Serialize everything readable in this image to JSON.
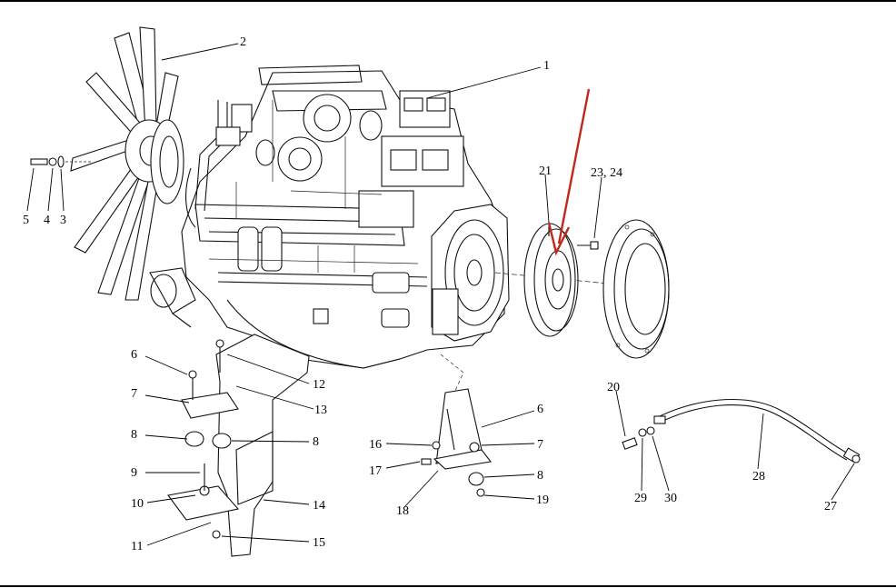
{
  "diagram": {
    "callouts": [
      {
        "id": "c1",
        "text": "1"
      },
      {
        "id": "c2",
        "text": "2"
      },
      {
        "id": "c3",
        "text": "3"
      },
      {
        "id": "c4",
        "text": "4"
      },
      {
        "id": "c5",
        "text": "5"
      },
      {
        "id": "c6a",
        "text": "6"
      },
      {
        "id": "c6b",
        "text": "6"
      },
      {
        "id": "c7a",
        "text": "7"
      },
      {
        "id": "c7b",
        "text": "7"
      },
      {
        "id": "c8a",
        "text": "8"
      },
      {
        "id": "c8b",
        "text": "8"
      },
      {
        "id": "c8c",
        "text": "8"
      },
      {
        "id": "c9",
        "text": "9"
      },
      {
        "id": "c10",
        "text": "10"
      },
      {
        "id": "c11",
        "text": "11"
      },
      {
        "id": "c12",
        "text": "12"
      },
      {
        "id": "c13",
        "text": "13"
      },
      {
        "id": "c14",
        "text": "14"
      },
      {
        "id": "c15",
        "text": "15"
      },
      {
        "id": "c16",
        "text": "16"
      },
      {
        "id": "c17",
        "text": "17"
      },
      {
        "id": "c18",
        "text": "18"
      },
      {
        "id": "c19",
        "text": "19"
      },
      {
        "id": "c20",
        "text": "20"
      },
      {
        "id": "c21",
        "text": "21"
      },
      {
        "id": "c2324",
        "text": "23, 24"
      },
      {
        "id": "c27",
        "text": "27"
      },
      {
        "id": "c28",
        "text": "28"
      },
      {
        "id": "c29",
        "text": "29"
      },
      {
        "id": "c30",
        "text": "30"
      }
    ],
    "highlight_color": "#c0281c",
    "ink_color": "#111111"
  }
}
